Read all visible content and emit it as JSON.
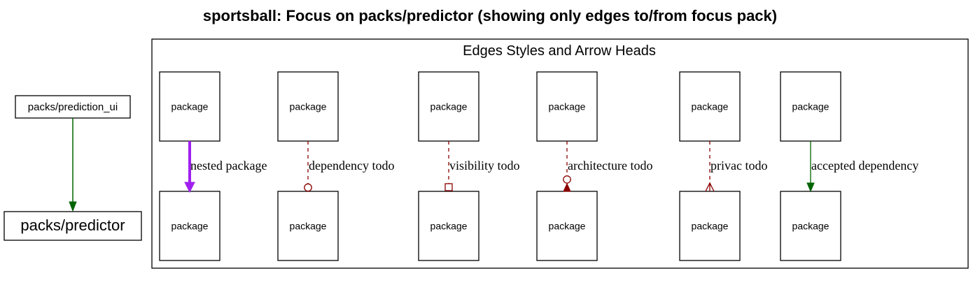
{
  "title": "sportsball: Focus on packs/predictor (showing only edges to/from focus pack)",
  "left_graph": {
    "source_node": "packs/prediction_ui",
    "focus_node": "packs/predictor",
    "edge_color": "#006400"
  },
  "legend": {
    "title": "Edges Styles and Arrow Heads",
    "node_label": "package",
    "edges": [
      {
        "label": "nested package",
        "style": "solid-bold",
        "color": "#a020f0",
        "arrow": "normal"
      },
      {
        "label": "dependency todo",
        "style": "dashed",
        "color": "#8b0000",
        "arrow": "odot"
      },
      {
        "label": "visibility todo",
        "style": "dashed",
        "color": "#8b0000",
        "arrow": "obox"
      },
      {
        "label": "architecture todo",
        "style": "dashed",
        "color": "#8b0000",
        "arrow": "normal-odot"
      },
      {
        "label": "privac todo",
        "style": "dashed",
        "color": "#8b0000",
        "arrow": "crow"
      },
      {
        "label": "accepted dependency",
        "style": "solid",
        "color": "#006400",
        "arrow": "normal"
      }
    ]
  }
}
